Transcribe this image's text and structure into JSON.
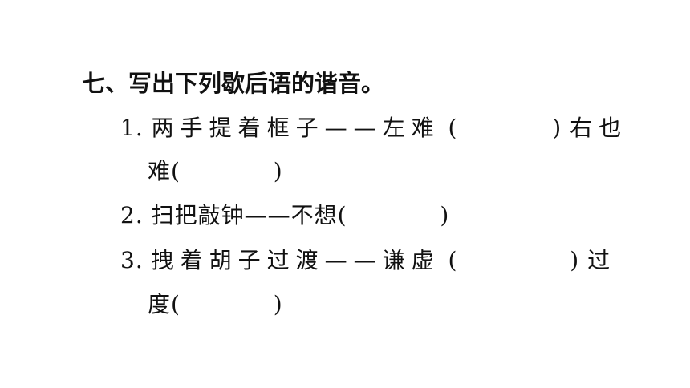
{
  "section": {
    "heading": "七、写出下列歇后语的谐音。"
  },
  "items": [
    {
      "number": "1.",
      "question": "两手提着框子——左难",
      "open_paren": "(",
      "close_paren": ")",
      "after": "右也",
      "continuation": "难(",
      "continuation_close": ")"
    },
    {
      "number": "2.",
      "question": "扫把敲钟——不想(",
      "close_paren": ")"
    },
    {
      "number": "3.",
      "question": "拽着胡子过渡——谦虚",
      "open_paren": "(",
      "close_paren": ")",
      "after": "过",
      "continuation": "度(",
      "continuation_close": ")"
    }
  ]
}
